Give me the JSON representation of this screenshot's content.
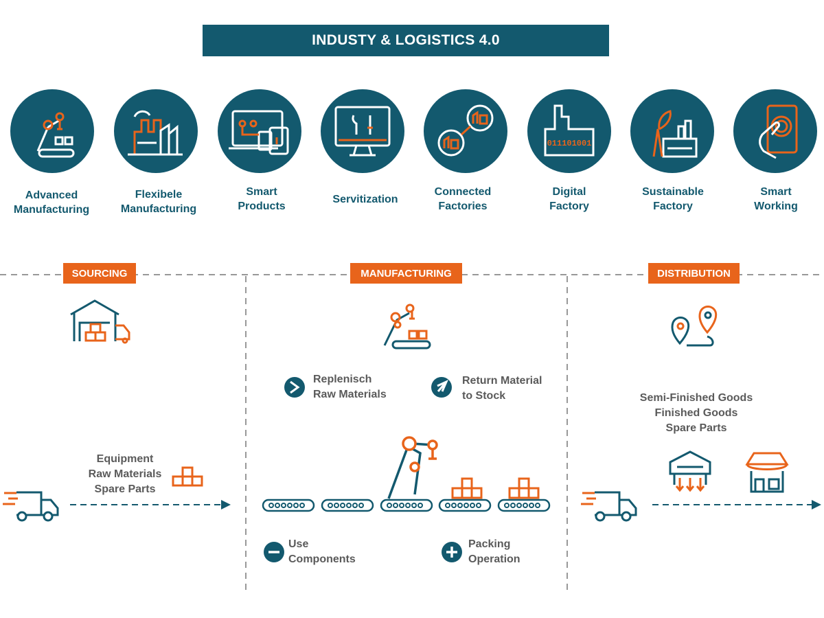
{
  "title": "INDUSTY & LOGISTICS 4.0",
  "colors": {
    "teal": "#13596e",
    "orange": "#e8641b",
    "gray": "#5a5a5a"
  },
  "concepts": [
    {
      "icon": "robot-arm-icon",
      "line1": "Advanced",
      "line2": "Manufacturing"
    },
    {
      "icon": "factory-icon",
      "line1": "Flexibele",
      "line2": "Manufacturing"
    },
    {
      "icon": "devices-icon",
      "line1": "Smart",
      "line2": "Products"
    },
    {
      "icon": "monitor-tools-icon",
      "line1": "Servitization",
      "line2": ""
    },
    {
      "icon": "connected-factories-icon",
      "line1": "Connected",
      "line2": "Factories"
    },
    {
      "icon": "binary-factory-icon",
      "line1": "Digital",
      "line2": "Factory"
    },
    {
      "icon": "leaf-factory-icon",
      "line1": "Sustainable",
      "line2": "Factory"
    },
    {
      "icon": "touch-phone-icon",
      "line1": "Smart",
      "line2": "Working"
    }
  ],
  "stages": {
    "sourcing": "SOURCING",
    "manufacturing": "MANUFACTURING",
    "distribution": "DISTRIBUTION"
  },
  "sourcing": {
    "items": [
      "Equipment",
      "Raw Materials",
      "Spare Parts"
    ]
  },
  "manufacturing": {
    "replenish": [
      "Replenisch",
      "Raw Materials"
    ],
    "return": [
      "Return Material",
      "to Stock"
    ],
    "use": [
      "Use",
      "Components"
    ],
    "packing": [
      "Packing",
      "Operation"
    ]
  },
  "distribution": {
    "items": [
      "Semi-Finished Goods",
      "Finished Goods",
      "Spare Parts"
    ]
  }
}
